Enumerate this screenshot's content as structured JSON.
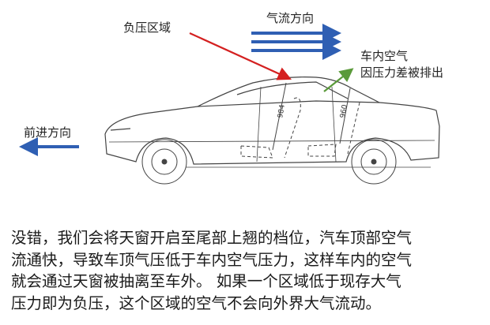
{
  "labels": {
    "negative_pressure_zone": "负压区域",
    "airflow_direction": "气流方向",
    "cabin_air_line1": "车内空气",
    "cabin_air_line2": "因压力差被排出",
    "forward_direction": "前进方向",
    "dim_front": "984",
    "dim_rear": "960"
  },
  "colors": {
    "red_arrow": "#d42020",
    "blue_arrow": "#2f5fb3",
    "green_arrow": "#5a9a3a"
  },
  "paragraph": [
    "没错，我们会将天窗开启至尾部上翘的档位，汽车顶部空气",
    "流通快，导致车顶气压低于车内空气压力，这样车内的空气",
    "就会通过天窗被抽离至车外。 如果一个区域低于现存大气",
    "压力即为负压，这个区域的空气不会向外界大气流动。"
  ]
}
